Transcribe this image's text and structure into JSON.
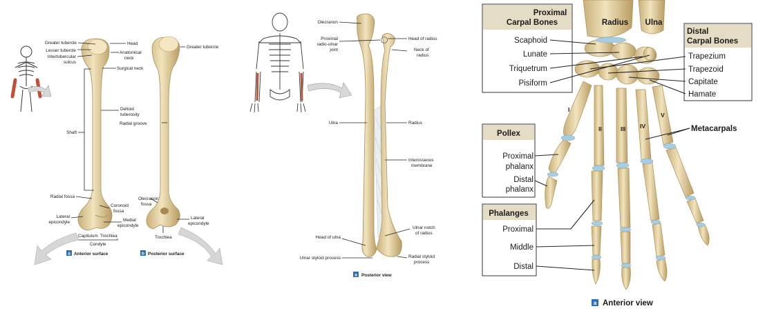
{
  "humerus": {
    "labels": {
      "greater_tubercle_a": "Greater tubercle",
      "lesser_tubercle": "Lesser tubercle",
      "intertubercular_1": "Intertubercular",
      "intertubercular_2": "sulcus",
      "head": "Head",
      "anatomical_neck_1": "Anatomical",
      "anatomical_neck_2": "neck",
      "surgical_neck": "Surgical neck",
      "deltoid_1": "Deltoid",
      "deltoid_2": "tuberosity",
      "radial_groove": "Radial groove",
      "shaft": "Shaft",
      "radial_fossa": "Radial fossa",
      "coronoid_1": "Coronoid",
      "coronoid_2": "fossa",
      "lateral_epicondyle_a_1": "Lateral",
      "lateral_epicondyle_a_2": "epicondyle",
      "medial_epicondyle_1": "Medial",
      "medial_epicondyle_2": "epicondyle",
      "capitulum": "Capitulum",
      "trochlea_a": "Trochlea",
      "condyle": "Condyle",
      "greater_tubercle_b": "Greater tubercle",
      "olecranon_fossa_1": "Olecranon",
      "olecranon_fossa_2": "fossa",
      "lateral_epicondyle_b_1": "Lateral",
      "lateral_epicondyle_b_2": "epicondyle",
      "trochlea_b": "Trochlea"
    },
    "caption_a_letter": "a",
    "caption_a": "Anterior surface",
    "caption_b_letter": "b",
    "caption_b": "Posterior surface"
  },
  "forearm": {
    "labels": {
      "olecranon": "Olecranon",
      "proximal_joint_1": "Proximal",
      "proximal_joint_2": "radio-ulnar",
      "proximal_joint_3": "joint",
      "head_radius": "Head of radius",
      "neck_radius_1": "Neck of",
      "neck_radius_2": "radius",
      "ulna": "Ulna",
      "radius": "Radius",
      "interosseous_1": "Interosseous",
      "interosseous_2": "membrane",
      "ulnar_notch_1": "Ulnar notch",
      "ulnar_notch_2": "of radius",
      "head_ulna": "Head of ulna",
      "ulnar_styloid": "Ulnar styloid process",
      "radial_styloid_1": "Radial styloid",
      "radial_styloid_2": "process"
    },
    "caption_letter": "a",
    "caption": "Posterior view"
  },
  "hand": {
    "box_proximal_title_1": "Proximal",
    "box_proximal_title_2": "Carpal Bones",
    "proximal_carpals": [
      "Scaphoid",
      "Lunate",
      "Triquetrum",
      "Pisiform"
    ],
    "box_distal_title_1": "Distal",
    "box_distal_title_2": "Carpal Bones",
    "distal_carpals": [
      "Trapezium",
      "Trapezoid",
      "Capitate",
      "Hamate"
    ],
    "radius": "Radius",
    "ulna": "Ulna",
    "box_pollex_title": "Pollex",
    "pollex": [
      "Proximal",
      "phalanx",
      "Distal",
      "phalanx"
    ],
    "box_phalanges_title": "Phalanges",
    "phalanges": [
      "Proximal",
      "Middle",
      "Distal"
    ],
    "metacarpals": "Metacarpals",
    "numerals": [
      "I",
      "II",
      "III",
      "IV",
      "V"
    ],
    "caption_letter": "a",
    "caption": "Anterior view"
  },
  "colors": {
    "bone": "#e8d6a8",
    "bone_shade": "#c9b07a",
    "cartilage": "#a9cde0",
    "box_header": "#e4dcc4",
    "caption_badge": "#2c6fb5",
    "highlight_bone": "#c0503a"
  }
}
